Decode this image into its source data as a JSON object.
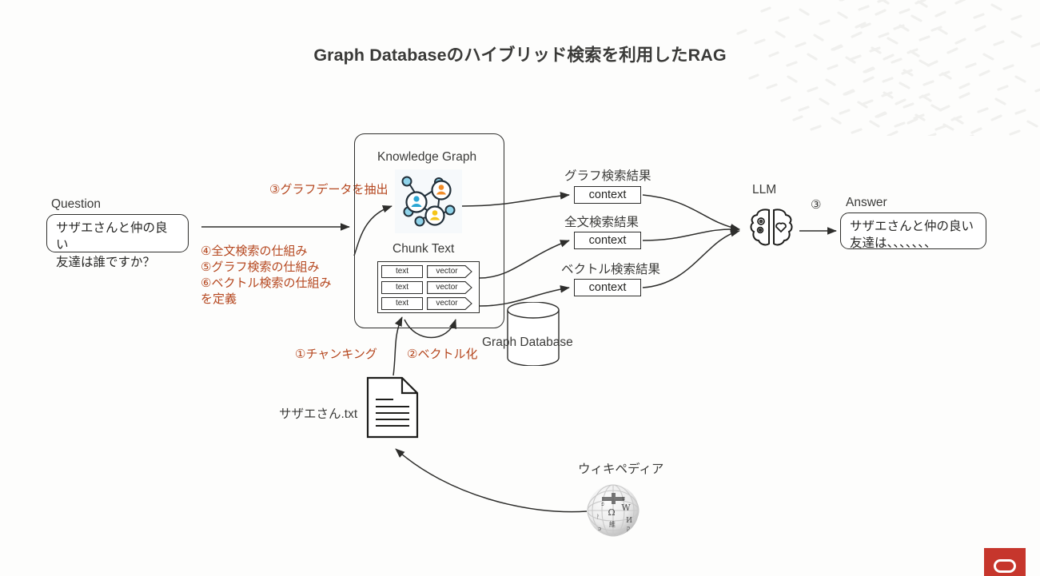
{
  "title": "Graph Databaseのハイブリッド検索を利用したRAG",
  "question": {
    "label": "Question",
    "text": "サザエさんと仲の良い\n友達は誰ですか？"
  },
  "answer": {
    "label": "Answer",
    "text": "サザエさんと仲の良い\n友達は、、、、、、、"
  },
  "annotations": {
    "step3_extract": "③グラフデータを抽出",
    "steps456": "④全文検索の仕組み\n⑤グラフ検索の仕組み\n⑥ベクトル検索の仕組み\nを定義",
    "step1_chunking": "①チャンキング",
    "step2_vectorize": "②ベクトル化",
    "circled_three": "③",
    "accent_color": "#b5471f"
  },
  "container": {
    "knowledge_graph_label": "Knowledge Graph",
    "chunk_text_label": "Chunk Text",
    "database_label": "Graph Database",
    "chunk_rows": [
      {
        "text": "text",
        "vector": "vector"
      },
      {
        "text": "text",
        "vector": "vector"
      },
      {
        "text": "text",
        "vector": "vector"
      }
    ]
  },
  "results": [
    {
      "title": "グラフ検索結果",
      "box": "context"
    },
    {
      "title": "全文検索結果",
      "box": "context"
    },
    {
      "title": "ベクトル検索結果",
      "box": "context"
    }
  ],
  "llm": {
    "label": "LLM",
    "icon": "brain-icon"
  },
  "source": {
    "file_name": "サザエさん.txt",
    "file_icon": "document-icon",
    "wikipedia_label": "ウィキペディア",
    "wikipedia_icon": "wikipedia-globe-icon"
  },
  "brand": {
    "color": "#c6362c",
    "icon": "brand-logo-icon"
  },
  "icon_colors": {
    "node_blue": "#2ba6d4",
    "node_orange": "#f28c28",
    "node_yellow": "#f5c518",
    "node_light": "#8fd3ea"
  }
}
